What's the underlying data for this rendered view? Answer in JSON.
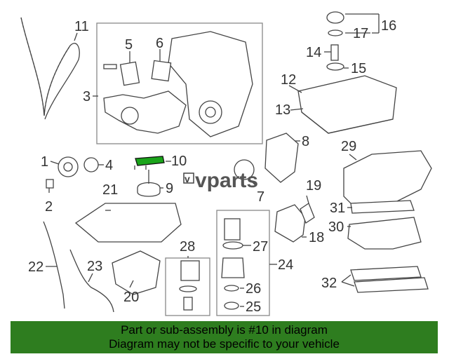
{
  "callouts": [
    "1",
    "2",
    "3",
    "4",
    "5",
    "6",
    "7",
    "8",
    "9",
    "10",
    "11",
    "12",
    "13",
    "14",
    "15",
    "16",
    "17",
    "18",
    "19",
    "20",
    "21",
    "22",
    "23",
    "24",
    "25",
    "26",
    "27",
    "28",
    "29",
    "30",
    "31",
    "32"
  ],
  "watermark": {
    "mark": "v",
    "text": "vparts"
  },
  "banner": {
    "line1": "Part or sub-assembly is #10 in diagram",
    "line2": "Diagram may not be specific to your vehicle"
  },
  "colors": {
    "banner": "#2e7d1f",
    "highlight": "#1aa41a",
    "lines": "#444444"
  }
}
